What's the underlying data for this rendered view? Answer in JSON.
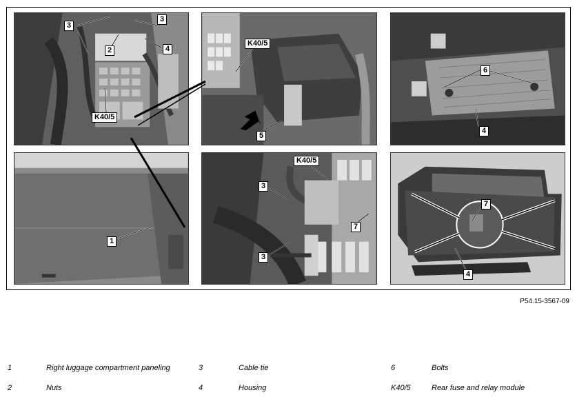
{
  "figure": {
    "id": "P54.15-3567-09",
    "callouts": {
      "p1": [
        "3",
        "3",
        "2",
        "4",
        "K40/5"
      ],
      "p2": [
        "K40/5",
        "5"
      ],
      "p3": [
        "6",
        "4"
      ],
      "p4": [
        "1"
      ],
      "p5": [
        "K40/5",
        "3",
        "7",
        "3"
      ],
      "p6": [
        "7",
        "4"
      ]
    }
  },
  "legend": [
    {
      "key": "1",
      "desc": "Right luggage compartment paneling"
    },
    {
      "key": "3",
      "desc": "Cable tie"
    },
    {
      "key": "6",
      "desc": "Bolts"
    },
    {
      "key": "2",
      "desc": "Nuts"
    },
    {
      "key": "4",
      "desc": "Housing"
    },
    {
      "key": "K40/5",
      "desc": "Rear fuse and relay module"
    }
  ]
}
